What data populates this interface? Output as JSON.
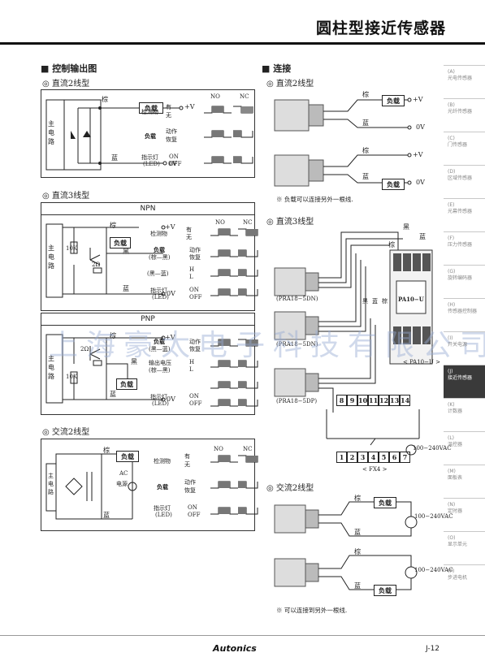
{
  "header": {
    "title": "圆柱型接近传感器"
  },
  "left": {
    "section_title": "■ 控制输出图",
    "dc2": {
      "title": "◎ 直流2线型",
      "main_circuit": "主电路",
      "brown": "棕",
      "blue": "蓝",
      "load": "负载",
      "vplus": "+V",
      "zero": "0V",
      "col_no": "NO",
      "col_nc": "NC",
      "rows": [
        "检测物",
        "负载",
        "指示灯"
      ],
      "row_led_sub": "(LED)",
      "states": [
        [
          "有",
          "无"
        ],
        [
          "动作",
          "恢复"
        ],
        [
          "ON",
          "OFF"
        ]
      ]
    },
    "dc3": {
      "title": "◎ 直流3线型",
      "npn": "NPN",
      "pnp": "PNP",
      "main_circuit": "主电路",
      "brown": "棕",
      "black": "黑",
      "blue": "蓝",
      "load": "负载",
      "vplus": "+V",
      "zero": "0V",
      "r10k": "10K",
      "r2": "2Ω",
      "col_no": "NO",
      "col_nc": "NC",
      "npn_rows": [
        "检测物",
        "负载",
        "(棕—黑)",
        "(黑—蓝)",
        "指示灯",
        "(LED)"
      ],
      "pnp_rows": [
        "负载",
        "(黑—蓝)",
        "输出电压",
        "(棕—黑)",
        "指示灯",
        "(LED)"
      ],
      "states_detect": [
        "有",
        "无"
      ],
      "states_load": [
        "动作",
        "恢复"
      ],
      "states_hl": [
        "H",
        "L"
      ],
      "states_led": [
        "ON",
        "OFF"
      ]
    },
    "ac2": {
      "title": "◎ 交流2线型",
      "main_circuit": "主电路",
      "brown": "棕",
      "blue": "蓝",
      "load": "负载",
      "ac": "AC",
      "supply": "电源",
      "col_no": "NO",
      "col_nc": "NC",
      "rows": [
        "检测物",
        "负载",
        "指示灯",
        "(LED)"
      ],
      "states": [
        [
          "有",
          "无"
        ],
        [
          "动作",
          "恢复"
        ],
        [
          "ON",
          "OFF"
        ]
      ]
    }
  },
  "right": {
    "section_title": "■ 连接",
    "dc2": {
      "title": "◎ 直流2线型",
      "brown": "棕",
      "blue": "蓝",
      "load": "负载",
      "vplus": "+V",
      "zero": "0V",
      "note": "※ 负载可以连接另外一根线."
    },
    "dc3": {
      "title": "◎ 直流3线型",
      "black": "黑",
      "blue": "蓝",
      "brown": "棕",
      "model1": "(PRA18−5DN)",
      "model2": "(PRA18−5DN)",
      "model3": "(PRA18−5DP)",
      "unit_label": "< PA10−U >",
      "unit_name": "PA10−U",
      "fx_label": "< FX4 >",
      "top_terms": [
        "8",
        "9",
        "10",
        "11",
        "12",
        "13",
        "14"
      ],
      "bottom_terms": [
        "1",
        "2",
        "3",
        "4",
        "5",
        "6",
        "7"
      ],
      "supply": "100−240VAC"
    },
    "ac2": {
      "title": "◎ 交流2线型",
      "brown": "棕",
      "blue": "蓝",
      "load": "负载",
      "supply": "100−240VAC",
      "note": "※ 可以连接到另外一根线."
    }
  },
  "sidebar": {
    "items": [
      {
        "code": "(A)",
        "label": "光电传感器"
      },
      {
        "code": "(B)",
        "label": "光纤传感器"
      },
      {
        "code": "(C)",
        "label": "门传感器"
      },
      {
        "code": "(D)",
        "label": "区域传感器"
      },
      {
        "code": "(E)",
        "label": "光幕传感器"
      },
      {
        "code": "(F)",
        "label": "压力传感器"
      },
      {
        "code": "(G)",
        "label": "旋转编码器"
      },
      {
        "code": "(H)",
        "label": "传感器控制器"
      },
      {
        "code": "(I)",
        "label": "开关电源"
      },
      {
        "code": "(J)",
        "label": "接近传感器"
      },
      {
        "code": "(K)",
        "label": "计数器"
      },
      {
        "code": "(L)",
        "label": "温控器"
      },
      {
        "code": "(M)",
        "label": "面板表"
      },
      {
        "code": "(N)",
        "label": "定时器"
      },
      {
        "code": "(O)",
        "label": "显示单元"
      },
      {
        "code": "(P)",
        "label": "步进电机"
      }
    ],
    "active_index": 9
  },
  "watermark": "上海豪太电子科技有限公司",
  "footer": {
    "brand": "Autonics",
    "page": "J-12"
  }
}
